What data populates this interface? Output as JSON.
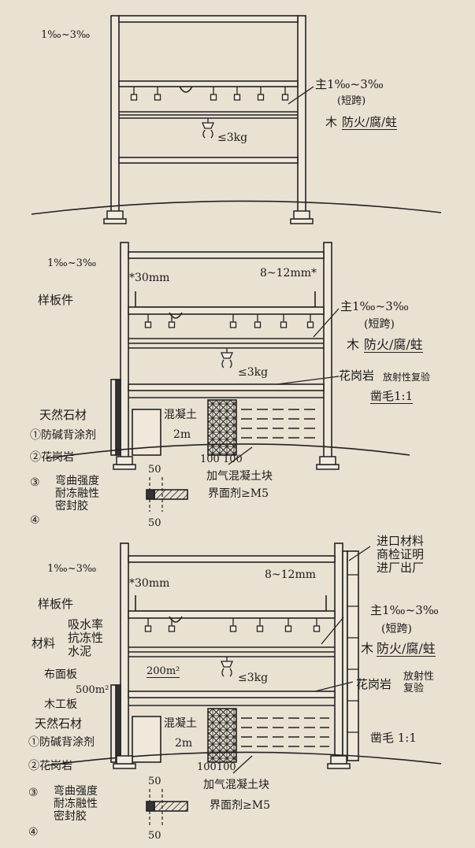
{
  "d1": {
    "slope": "1‰~3‰",
    "main": "主1‰~3‰",
    "short_span": "(短跨)",
    "wood": "木",
    "wood_treat": "防火/腐/蛀",
    "load": "≤3kg"
  },
  "d2": {
    "slope": "1‰~3‰",
    "gap_left": "*30mm",
    "gap_right": "8~12mm*",
    "sample": "样板件",
    "main": "主1‰~3‰",
    "short_span": "(短跨)",
    "wood": "木",
    "wood_treat": "防火/腐/蛀",
    "load": "≤3kg",
    "granite": "花岗岩",
    "granite_note": "放射性复验",
    "chisel": "凿毛1:1",
    "natural_stone": "天然石材",
    "items": [
      "①防碱背涂剂",
      "②花岗岩",
      "③",
      "④"
    ],
    "stone_props": [
      "弯曲强度",
      "耐冻融性",
      "密封胶"
    ],
    "concrete": "混凝土",
    "height": "2m",
    "dims": "100 100",
    "block": "加气混凝土块",
    "interface": "界面剂≥M5",
    "dim_top": "50",
    "dim_bottom": "50"
  },
  "d3": {
    "slope": "1‰~3‰",
    "gap_left": "*30mm",
    "gap_right": "8~12mm",
    "import": [
      "进口材料",
      "商检证明",
      "进厂出厂"
    ],
    "sample": "样板件",
    "material": "材料",
    "material_props": [
      "吸水率",
      "抗冻性",
      "水泥"
    ],
    "main": "主1‰~3‰",
    "short_span": "(短跨)",
    "wood": "木",
    "wood_treat": "防火/腐/蛀",
    "area": "200m²",
    "load": "≤3kg",
    "board1": "布面板",
    "board_area": "500m²",
    "board2": "木工板",
    "granite": "花岗岩",
    "granite_note": [
      "放射性",
      "复验"
    ],
    "natural_stone": "天然石材",
    "items": [
      "①防碱背涂剂",
      "②花岗岩",
      "③",
      "④"
    ],
    "stone_props": [
      "弯曲强度",
      "耐冻融性",
      "密封胶"
    ],
    "concrete": "混凝土",
    "height": "2m",
    "chisel": "凿毛 1:1",
    "dims": "100100",
    "block": "加气混凝土块",
    "interface": "界面剂≥M5",
    "dim_top": "50",
    "dim_bottom": "50"
  }
}
